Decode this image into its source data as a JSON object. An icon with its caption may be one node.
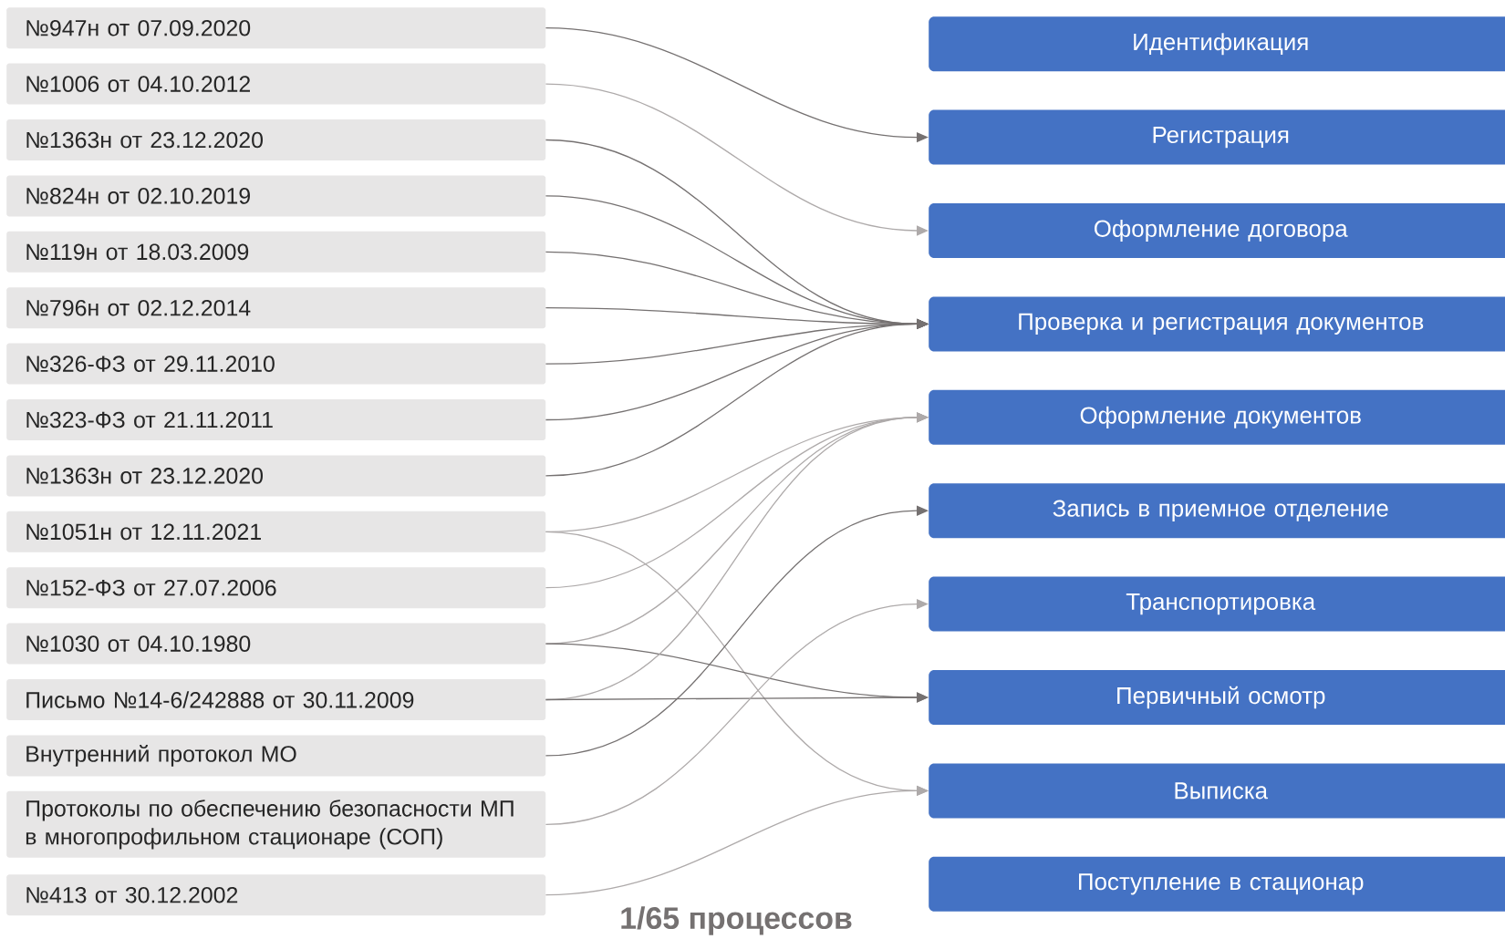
{
  "diagram": {
    "caption": "1/65 процессов",
    "nodes": [
      {
        "text": [
          "№947н от 07.09.2020"
        ]
      },
      {
        "text": [
          "№1006 от 04.10.2012"
        ]
      },
      {
        "text": [
          "№1363н от 23.12.2020"
        ]
      },
      {
        "text": [
          "№824н от 02.10.2019"
        ]
      },
      {
        "text": [
          "№119н от 18.03.2009"
        ]
      },
      {
        "text": [
          "№796н от 02.12.2014"
        ]
      },
      {
        "text": [
          "№326-ФЗ от 29.11.2010"
        ]
      },
      {
        "text": [
          "№323-ФЗ от 21.11.2011"
        ]
      },
      {
        "text": [
          "№1363н от 23.12.2020"
        ]
      },
      {
        "text": [
          "№1051н от 12.11.2021"
        ]
      },
      {
        "text": [
          "№152-ФЗ от 27.07.2006"
        ]
      },
      {
        "text": [
          "№1030 от 04.10.1980"
        ]
      },
      {
        "text": [
          "Письмо №14-6/242888 от 30.11.2009"
        ]
      },
      {
        "text": [
          "Внутренний протокол МО"
        ]
      },
      {
        "text": [
          "Протоколы по обеспечению безопасности МП в многопрофильном стационаре (СОП)"
        ]
      },
      {
        "text": [
          "№413 от 30.12.2002"
        ]
      },
      {
        "text": [
          "Идентификация"
        ]
      },
      {
        "text": [
          "Регистрация"
        ]
      },
      {
        "text": [
          "Оформление договора"
        ]
      },
      {
        "text": [
          "Проверка и регистрация документов"
        ]
      },
      {
        "text": [
          "Оформление документов"
        ]
      },
      {
        "text": [
          "Запись в приемное отделение"
        ]
      },
      {
        "text": [
          "Транспортировка"
        ]
      },
      {
        "text": [
          "Первичный осмотр"
        ]
      },
      {
        "text": [
          "Выписка"
        ]
      },
      {
        "text": [
          "Поступление в стационар"
        ]
      }
    ],
    "edges": [
      {
        "from": 0,
        "to": 17,
        "arrow": "to"
      },
      {
        "from": 1,
        "to": 18,
        "arrow": "to",
        "color": "#aeaaaa"
      },
      {
        "from": 2,
        "to": 19,
        "arrow": "to"
      },
      {
        "from": 3,
        "to": 19,
        "arrow": "to"
      },
      {
        "from": 4,
        "to": 19,
        "arrow": "to"
      },
      {
        "from": 5,
        "to": 19,
        "arrow": "to"
      },
      {
        "from": 6,
        "to": 19,
        "arrow": "to"
      },
      {
        "from": 7,
        "to": 19,
        "arrow": "to"
      },
      {
        "from": 8,
        "to": 19,
        "arrow": "to"
      },
      {
        "from": 9,
        "to": 20,
        "arrow": "to",
        "color": "#aeaaaa"
      },
      {
        "from": 9,
        "to": 24,
        "arrow": "to",
        "color": "#aeaaaa"
      },
      {
        "from": 10,
        "to": 20,
        "arrow": "to",
        "color": "#aeaaaa"
      },
      {
        "from": 11,
        "to": 20,
        "arrow": "to",
        "color": "#aeaaaa"
      },
      {
        "from": 11,
        "to": 23,
        "arrow": "to"
      },
      {
        "from": 12,
        "to": 20,
        "arrow": "to",
        "color": "#aeaaaa"
      },
      {
        "from": 12,
        "to": 23,
        "arrow": "to"
      },
      {
        "from": 13,
        "to": 21,
        "arrow": "to"
      },
      {
        "from": 14,
        "to": 22,
        "arrow": "to",
        "color": "#aeaaaa"
      },
      {
        "from": 15,
        "to": 24,
        "arrow": "to",
        "color": "#aeaaaa"
      }
    ]
  }
}
